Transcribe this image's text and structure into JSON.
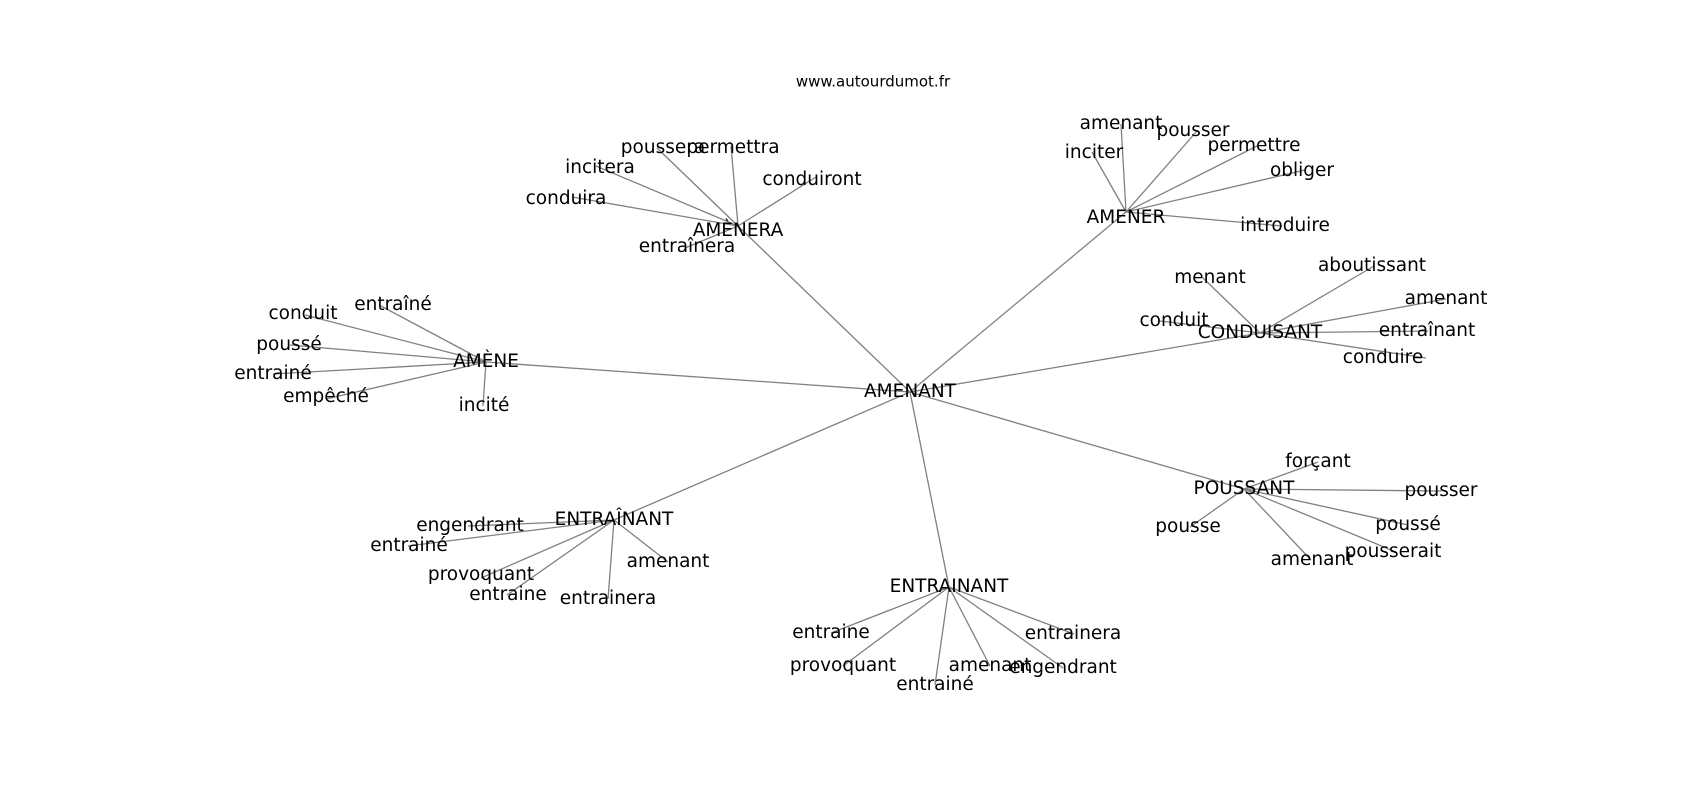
{
  "source": "www.autourdumot.fr",
  "center": "AMENANT",
  "clusters": [
    {
      "id": "amenera",
      "label": "AMÈNERA",
      "words": [
        "poussera",
        "permettra",
        "incitera",
        "conduiront",
        "conduira",
        "entraînera"
      ]
    },
    {
      "id": "amener",
      "label": "AMENER",
      "words": [
        "amenant",
        "pousser",
        "inciter",
        "permettre",
        "obliger",
        "introduire"
      ]
    },
    {
      "id": "amene",
      "label": "AMÈNE",
      "words": [
        "entraîné",
        "conduit",
        "poussé",
        "entrainé",
        "empêché",
        "incité"
      ]
    },
    {
      "id": "conduisant",
      "label": "CONDUISANT",
      "words": [
        "aboutissant",
        "menant",
        "amenant",
        "conduit",
        "entraînant",
        "conduire"
      ]
    },
    {
      "id": "poussant",
      "label": "POUSSANT",
      "words": [
        "forçant",
        "pousser",
        "pousse",
        "poussé",
        "pousserait",
        "amenant"
      ]
    },
    {
      "id": "entrainant_circ",
      "label": "ENTRAÎNANT",
      "words": [
        "engendrant",
        "entrainé",
        "amenant",
        "provoquant",
        "entraine",
        "entrainera"
      ]
    },
    {
      "id": "entrainant",
      "label": "ENTRAINANT",
      "words": [
        "entraine",
        "entrainera",
        "provoquant",
        "amenant",
        "engendrant",
        "entrainé"
      ]
    }
  ]
}
